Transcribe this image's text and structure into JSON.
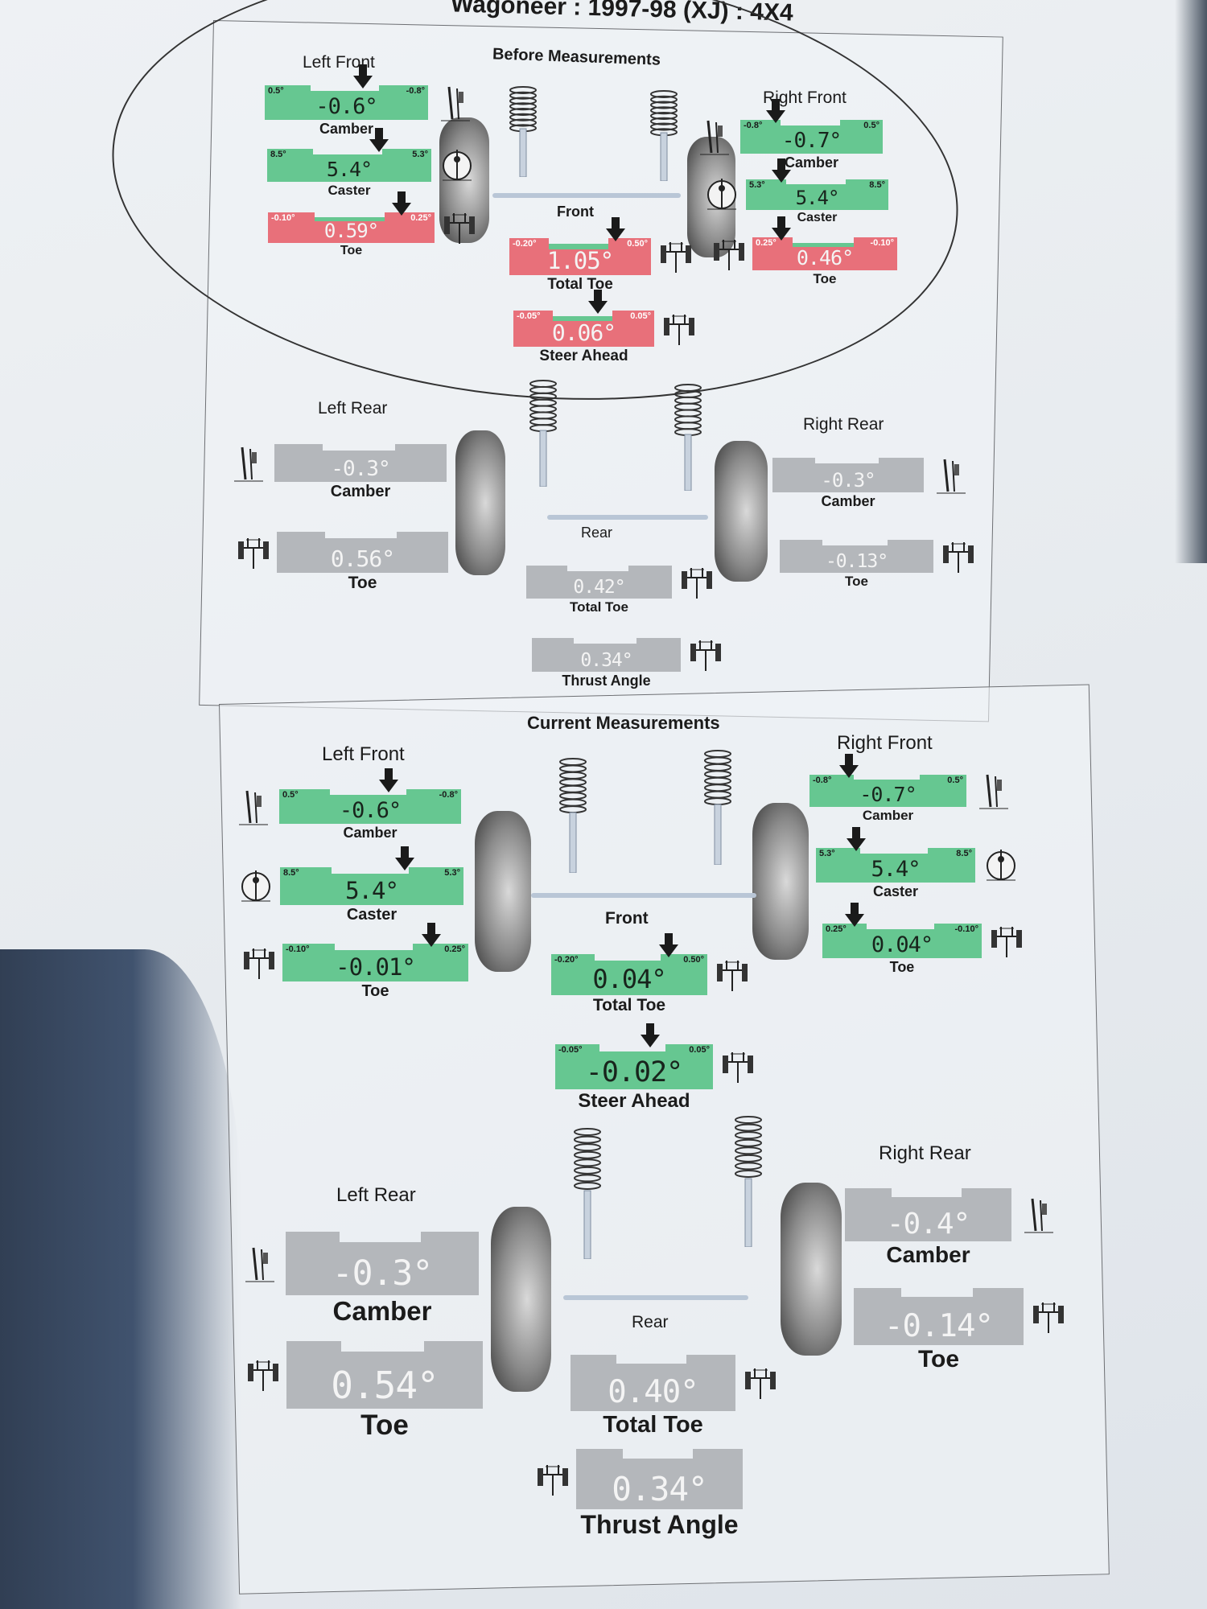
{
  "title": "Wagoneer : 1997-98 (XJ) : 4X4",
  "colors": {
    "green": "#66c791",
    "red": "#e8707a",
    "gray": "#b4b7bb"
  },
  "before": {
    "heading": "Before Measurements",
    "left_front": "Left Front",
    "right_front": "Right Front",
    "front": "Front",
    "left_rear": "Left Rear",
    "right_rear": "Right Rear",
    "rear": "Rear",
    "gauges": {
      "lf_camber": {
        "label": "Camber",
        "value": "-0.6°",
        "min": "0.5°",
        "max": "-0.8°",
        "status": "green"
      },
      "lf_caster": {
        "label": "Caster",
        "value": "5.4°",
        "min": "8.5°",
        "max": "5.3°",
        "status": "green"
      },
      "lf_toe": {
        "label": "Toe",
        "value": "0.59°",
        "min": "-0.10°",
        "max": "0.25°",
        "status": "red"
      },
      "total_toe": {
        "label": "Total Toe",
        "value": "1.05°",
        "min": "-0.20°",
        "max": "0.50°",
        "status": "red"
      },
      "steer_ahead": {
        "label": "Steer Ahead",
        "value": "0.06°",
        "min": "-0.05°",
        "max": "0.05°",
        "status": "red"
      },
      "rf_camber": {
        "label": "Camber",
        "value": "-0.7°",
        "min": "-0.8°",
        "max": "0.5°",
        "status": "green"
      },
      "rf_caster": {
        "label": "Caster",
        "value": "5.4°",
        "min": "5.3°",
        "max": "8.5°",
        "status": "green"
      },
      "rf_toe": {
        "label": "Toe",
        "value": "0.46°",
        "min": "0.25°",
        "max": "-0.10°",
        "status": "red"
      },
      "lr_camber": {
        "label": "Camber",
        "value": "-0.3°",
        "status": "gray"
      },
      "lr_toe": {
        "label": "Toe",
        "value": "0.56°",
        "status": "gray"
      },
      "rear_total_toe": {
        "label": "Total Toe",
        "value": "0.42°",
        "status": "gray"
      },
      "thrust_angle": {
        "label": "Thrust Angle",
        "value": "0.34°",
        "status": "gray"
      },
      "rr_camber": {
        "label": "Camber",
        "value": "-0.3°",
        "status": "gray"
      },
      "rr_toe": {
        "label": "Toe",
        "value": "-0.13°",
        "status": "gray"
      }
    }
  },
  "current": {
    "heading": "Current Measurements",
    "left_front": "Left Front",
    "right_front": "Right Front",
    "front": "Front",
    "left_rear": "Left Rear",
    "right_rear": "Right Rear",
    "rear": "Rear",
    "gauges": {
      "lf_camber": {
        "label": "Camber",
        "value": "-0.6°",
        "min": "0.5°",
        "max": "-0.8°",
        "status": "green"
      },
      "lf_caster": {
        "label": "Caster",
        "value": "5.4°",
        "min": "8.5°",
        "max": "5.3°",
        "status": "green"
      },
      "lf_toe": {
        "label": "Toe",
        "value": "-0.01°",
        "min": "-0.10°",
        "max": "0.25°",
        "status": "green"
      },
      "total_toe": {
        "label": "Total Toe",
        "value": "0.04°",
        "min": "-0.20°",
        "max": "0.50°",
        "status": "green"
      },
      "steer_ahead": {
        "label": "Steer Ahead",
        "value": "-0.02°",
        "min": "-0.05°",
        "max": "0.05°",
        "status": "green"
      },
      "rf_camber": {
        "label": "Camber",
        "value": "-0.7°",
        "min": "-0.8°",
        "max": "0.5°",
        "status": "green"
      },
      "rf_caster": {
        "label": "Caster",
        "value": "5.4°",
        "min": "5.3°",
        "max": "8.5°",
        "status": "green"
      },
      "rf_toe": {
        "label": "Toe",
        "value": "0.04°",
        "min": "0.25°",
        "max": "-0.10°",
        "status": "green"
      },
      "lr_camber": {
        "label": "Camber",
        "value": "-0.3°",
        "status": "gray"
      },
      "lr_toe": {
        "label": "Toe",
        "value": "0.54°",
        "status": "gray"
      },
      "rear_total_toe": {
        "label": "Total Toe",
        "value": "0.40°",
        "status": "gray"
      },
      "thrust_angle": {
        "label": "Thrust Angle",
        "value": "0.34°",
        "status": "gray"
      },
      "rr_camber": {
        "label": "Camber",
        "value": "-0.4°",
        "status": "gray"
      },
      "rr_toe": {
        "label": "Toe",
        "value": "-0.14°",
        "status": "gray"
      }
    }
  }
}
